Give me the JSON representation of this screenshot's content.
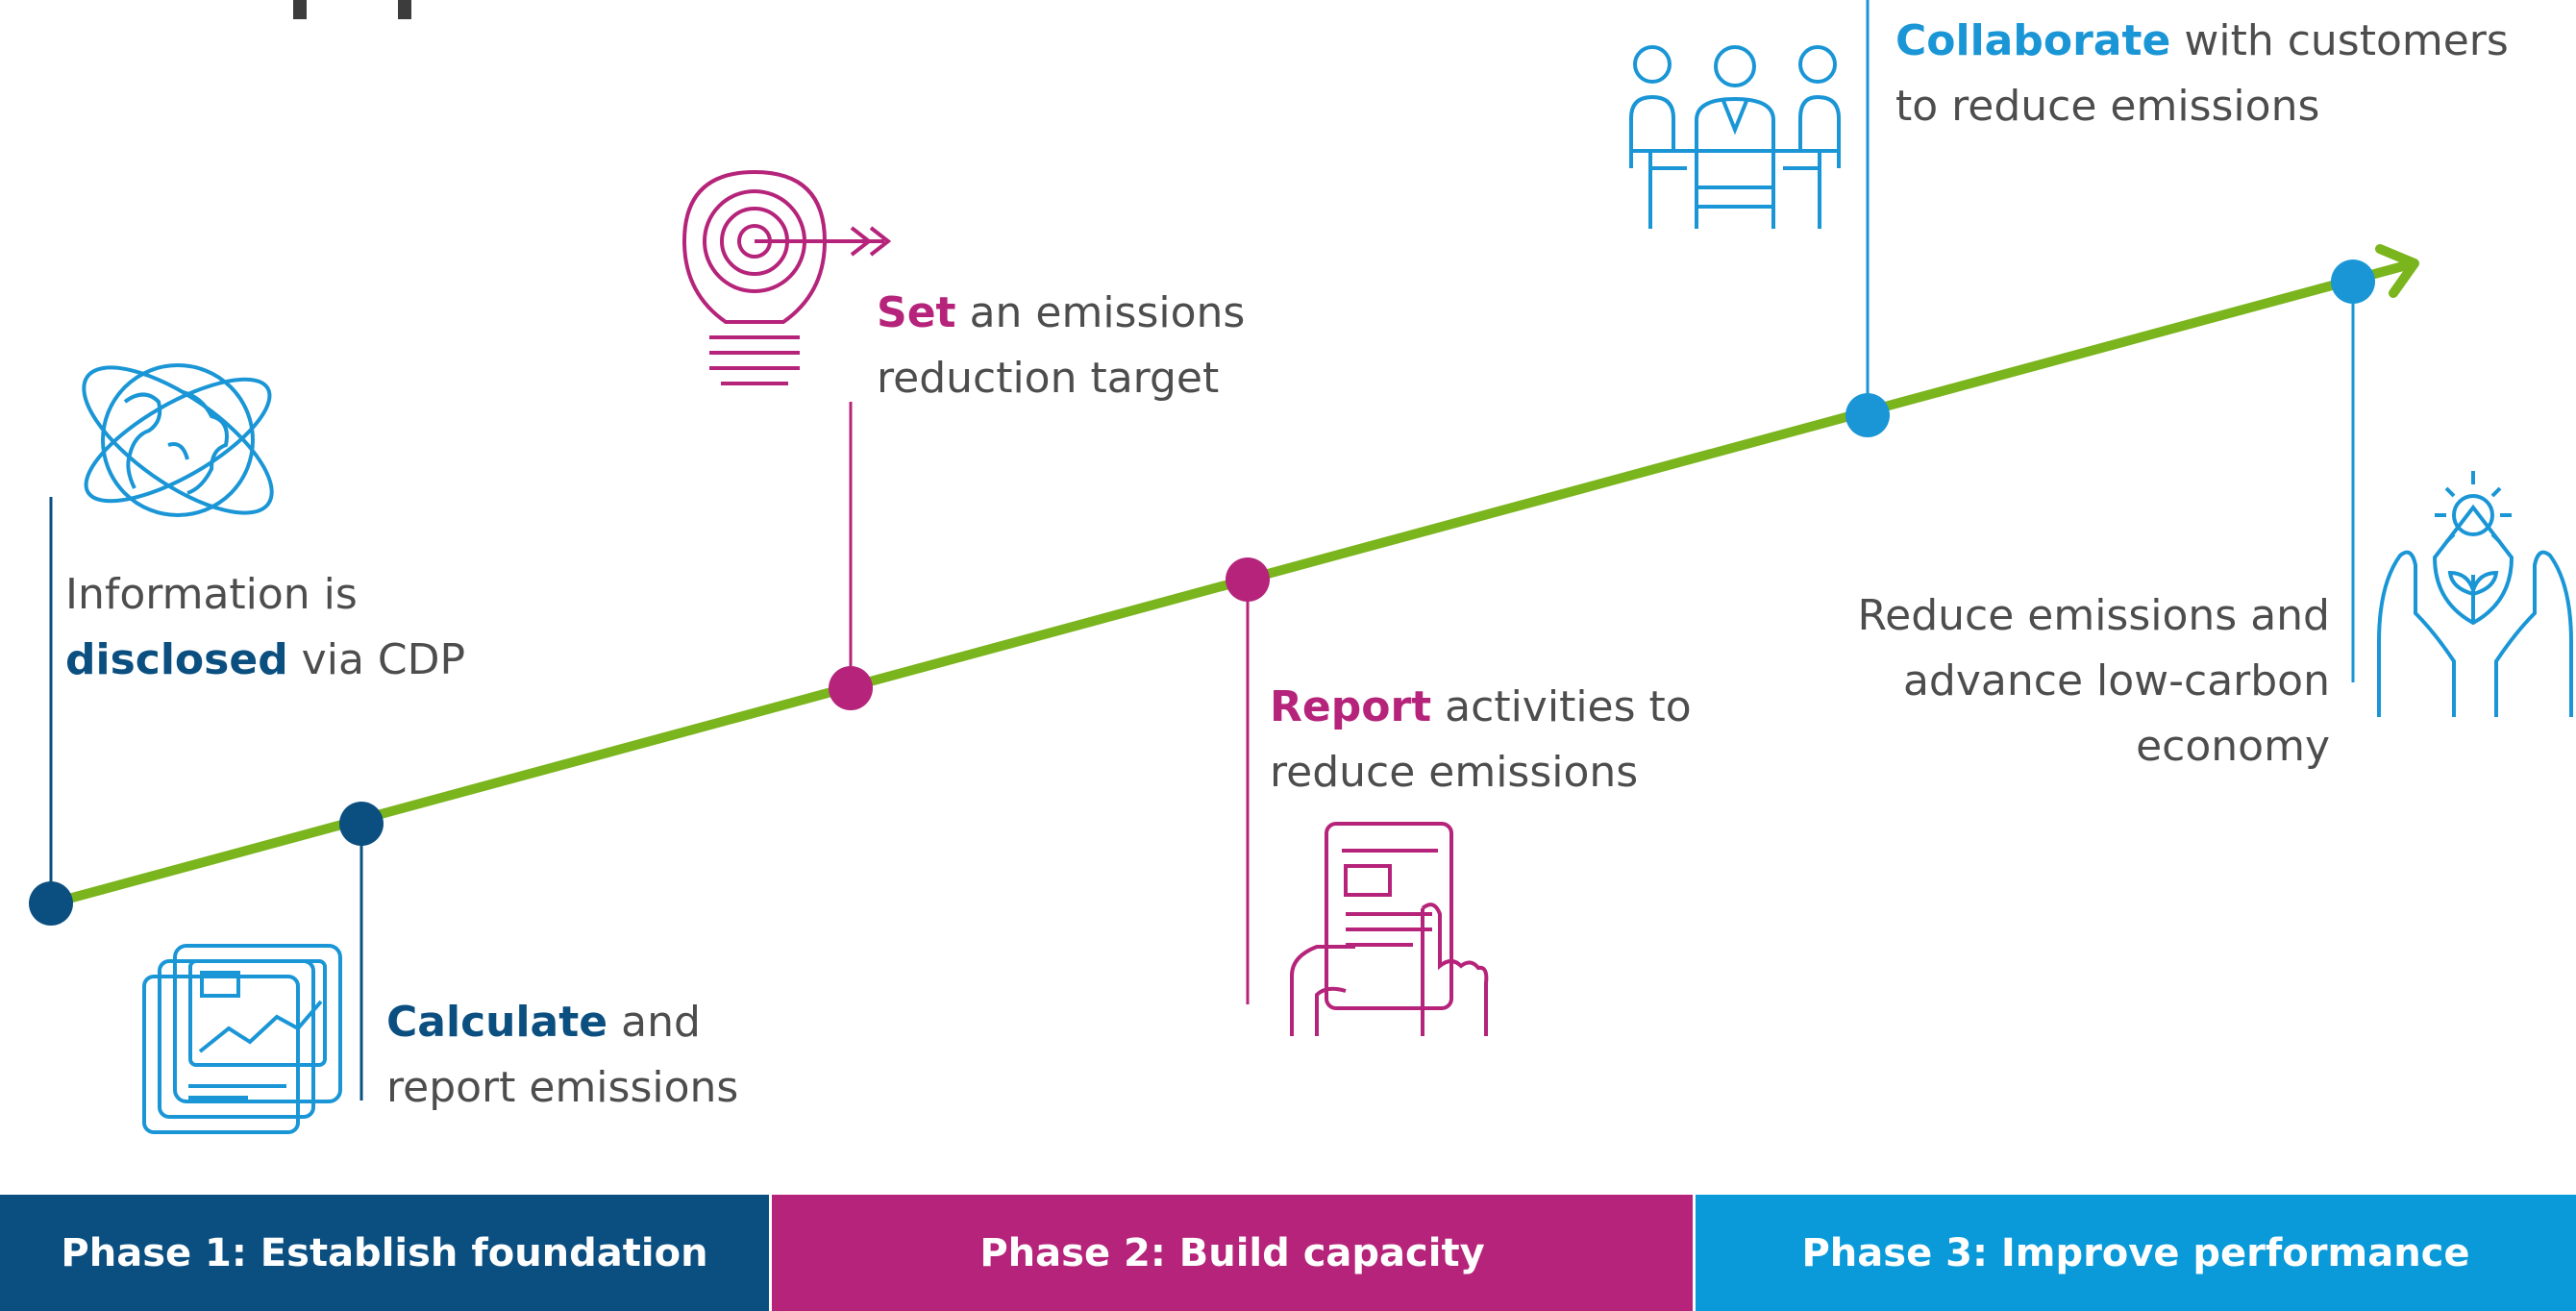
{
  "colors": {
    "phase1": "#0b4f80",
    "phase2": "#b5247a",
    "phase3": "#0a9ad9",
    "timeline": "#7ab51d",
    "light_blue_marker": "#1a96d6"
  },
  "steps": [
    {
      "keyword": "disclosed",
      "line1": "Information is",
      "after_keyword": " via CDP",
      "icon": "globe-icon"
    },
    {
      "keyword": "Calculate",
      "after_keyword": " and",
      "line2": "report emissions",
      "icon": "chart-screen-icon"
    },
    {
      "keyword": "Set",
      "after_keyword": " an emissions",
      "line2": "reduction target",
      "icon": "lightbulb-target-icon"
    },
    {
      "keyword": "Report",
      "after_keyword": " activities to",
      "line2": "reduce emissions",
      "icon": "tablet-document-icon"
    },
    {
      "keyword": "Collaborate",
      "after_keyword": " with customers",
      "line2": "to reduce emissions",
      "icon": "meeting-people-icon"
    },
    {
      "line1": "Reduce emissions and",
      "line2": "advance low-carbon",
      "line3": "economy",
      "icon": "hands-plant-icon"
    }
  ],
  "phases": [
    {
      "label": "Phase 1: Establish foundation"
    },
    {
      "label": "Phase 2: Build capacity"
    },
    {
      "label": "Phase 3: Improve performance"
    }
  ]
}
